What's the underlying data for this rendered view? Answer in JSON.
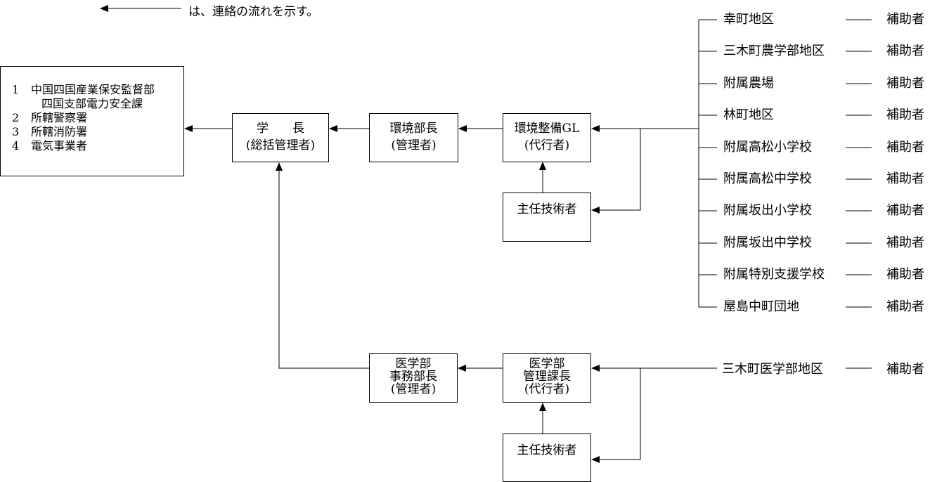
{
  "legend": {
    "text": "は、連絡の流れを示す。"
  },
  "notify_box": {
    "items": [
      {
        "num": "1",
        "lines": [
          "中国四国産業保安監督部",
          "四国支部電力安全課"
        ]
      },
      {
        "num": "2",
        "lines": [
          "所轄警察署"
        ]
      },
      {
        "num": "3",
        "lines": [
          "所轄消防署"
        ]
      },
      {
        "num": "4",
        "lines": [
          "電気事業者"
        ]
      }
    ]
  },
  "boxes": {
    "president": {
      "lines": [
        "学　　長",
        "(総括管理者)"
      ]
    },
    "env_director": {
      "lines": [
        "環境部長",
        "(管理者)"
      ]
    },
    "env_gl": {
      "lines": [
        "環境整備GL",
        "(代行者)"
      ]
    },
    "chief_eng_1": {
      "lines": [
        "主任技術者"
      ]
    },
    "med_office": {
      "lines": [
        "医学部",
        "事務部長",
        "(管理者)"
      ]
    },
    "med_mgmt": {
      "lines": [
        "医学部",
        "管理課長",
        "(代行者)"
      ]
    },
    "chief_eng_2": {
      "lines": [
        "主任技術者"
      ]
    }
  },
  "districts": [
    {
      "name": "幸町地区",
      "role": "補助者"
    },
    {
      "name": "三木町農学部地区",
      "role": "補助者"
    },
    {
      "name": "附属農場",
      "role": "補助者"
    },
    {
      "name": "林町地区",
      "role": "補助者"
    },
    {
      "name": "附属高松小学校",
      "role": "補助者"
    },
    {
      "name": "附属高松中学校",
      "role": "補助者"
    },
    {
      "name": "附属坂出小学校",
      "role": "補助者"
    },
    {
      "name": "附属坂出中学校",
      "role": "補助者"
    },
    {
      "name": "附属特別支援学校",
      "role": "補助者"
    },
    {
      "name": "屋島中町団地",
      "role": "補助者"
    }
  ],
  "med_district": {
    "name": "三木町医学部地区",
    "role": "補助者"
  }
}
